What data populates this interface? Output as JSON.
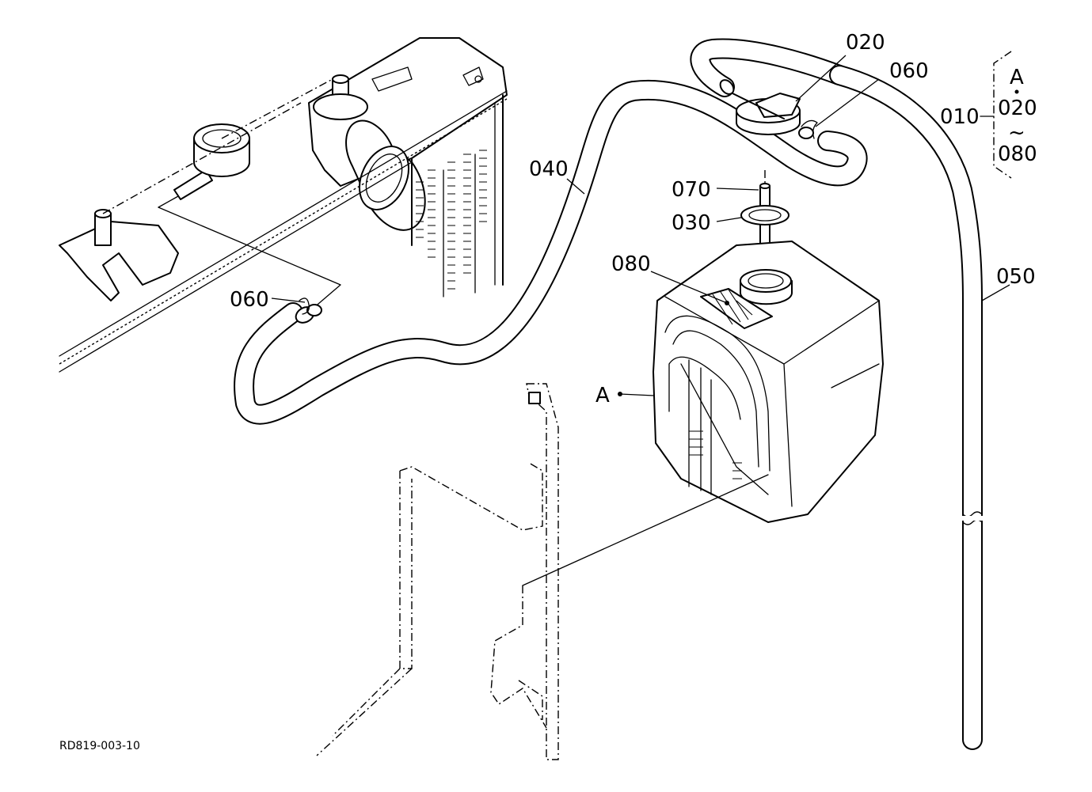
{
  "diagram_code": "RD819-003-10",
  "callouts": {
    "p010": "010",
    "p020": "020",
    "p030": "030",
    "p040": "040",
    "p050": "050",
    "p060_left": "060",
    "p060_right": "060",
    "p070": "070",
    "p080": "080",
    "assy_a": "A"
  },
  "group_bracket": {
    "top": "A",
    "from": "020",
    "tilde": "~",
    "to": "080"
  }
}
